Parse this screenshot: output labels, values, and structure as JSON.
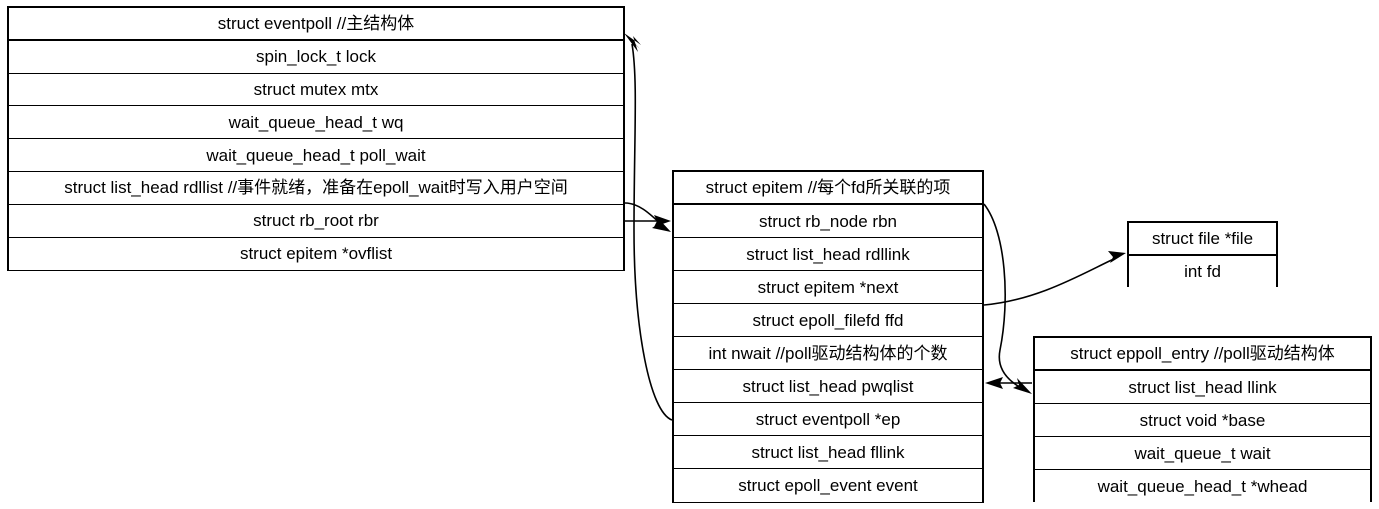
{
  "diagram": {
    "title": "epoll kernel structures relationship",
    "background_color": "#ffffff",
    "line_color": "#000000",
    "text_color": "#000000",
    "boxes": [
      {
        "id": "eventpoll",
        "header": "struct eventpoll //主结构体",
        "rows": [
          "spin_lock_t lock",
          "struct mutex mtx",
          "wait_queue_head_t wq",
          "wait_queue_head_t poll_wait",
          "struct list_head rdllist //事件就绪，准备在epoll_wait时写入用户空间",
          "struct rb_root rbr",
          "struct epitem *ovflist"
        ]
      },
      {
        "id": "epitem",
        "header": "struct epitem //每个fd所关联的项",
        "rows": [
          "struct rb_node rbn",
          "struct list_head rdllink",
          "struct epitem *next",
          "struct epoll_filefd ffd",
          "int nwait //poll驱动结构体的个数",
          "struct list_head pwqlist",
          "struct eventpoll *ep",
          "struct list_head fllink",
          "struct epoll_event event"
        ]
      },
      {
        "id": "file",
        "header": "struct file *file",
        "rows": [
          "int fd"
        ]
      },
      {
        "id": "eppoll_entry",
        "header": "struct eppoll_entry //poll驱动结构体",
        "rows": [
          "struct list_head llink",
          "struct void *base",
          "wait_queue_t wait",
          "wait_queue_head_t *whead"
        ]
      }
    ],
    "connectors": [
      {
        "id": "ep-back-to-eventpoll",
        "from": "epitem.struct eventpoll *ep",
        "to": "eventpoll.header",
        "style": "curved-arrow"
      },
      {
        "id": "rbr-to-rbn",
        "from": "eventpoll.struct rb_root rbr",
        "to": "epitem.struct rb_node rbn",
        "style": "straight-arrow"
      },
      {
        "id": "rdllist-to-rdllink",
        "from": "eventpoll.struct list_head rdllist",
        "to": "epitem.struct list_head rdllink",
        "style": "curved-arrow"
      },
      {
        "id": "epitem-to-file",
        "from": "epitem.struct epitem *next",
        "to": "file.struct file *file",
        "style": "straight-arrow"
      },
      {
        "id": "epitem-to-eppoll",
        "from": "epitem.header",
        "to": "eppoll_entry.struct list_head llink",
        "style": "curved-arrow"
      },
      {
        "id": "eppoll-to-pwqlist",
        "from": "eppoll_entry.struct list_head llink",
        "to": "epitem.struct list_head pwqlist",
        "style": "straight-arrow"
      }
    ]
  }
}
